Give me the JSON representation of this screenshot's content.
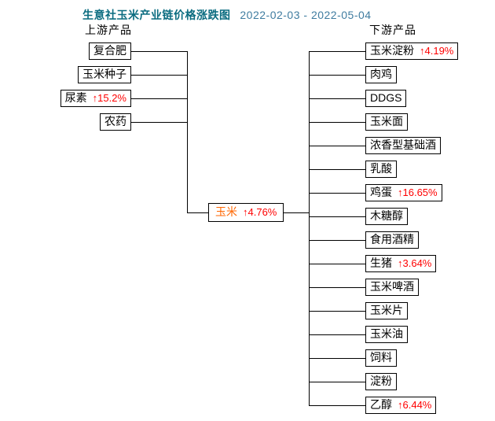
{
  "title": {
    "text": "生意社玉米产业链价格涨跌图",
    "date_range": "2022-02-03 - 2022-05-04"
  },
  "sections": {
    "upstream_label": "上游产品",
    "downstream_label": "下游产品"
  },
  "center": {
    "label": "玉米",
    "change": "↑4.76%"
  },
  "upstream": {
    "items": [
      {
        "label": "复合肥",
        "change": ""
      },
      {
        "label": "玉米种子",
        "change": ""
      },
      {
        "label": "尿素",
        "change": "↑15.2%"
      },
      {
        "label": "农药",
        "change": ""
      }
    ]
  },
  "downstream": {
    "items": [
      {
        "label": "玉米淀粉",
        "change": "↑4.19%"
      },
      {
        "label": "肉鸡",
        "change": ""
      },
      {
        "label": "DDGS",
        "change": ""
      },
      {
        "label": "玉米面",
        "change": ""
      },
      {
        "label": "浓香型基础酒",
        "change": ""
      },
      {
        "label": "乳酸",
        "change": ""
      },
      {
        "label": "鸡蛋",
        "change": "↑16.65%"
      },
      {
        "label": "木糖醇",
        "change": ""
      },
      {
        "label": "食用酒精",
        "change": ""
      },
      {
        "label": "生猪",
        "change": "↑3.64%"
      },
      {
        "label": "玉米啤酒",
        "change": ""
      },
      {
        "label": "玉米片",
        "change": ""
      },
      {
        "label": "玉米油",
        "change": ""
      },
      {
        "label": "饲料",
        "change": ""
      },
      {
        "label": "淀粉",
        "change": ""
      },
      {
        "label": "乙醇",
        "change": "↑6.44%"
      }
    ]
  },
  "colors": {
    "title": "#0b6c80",
    "date": "#3f7ca0",
    "up_change": "#ff0000",
    "corn": "#ff6600",
    "line": "#000000",
    "background": "#ffffff"
  }
}
